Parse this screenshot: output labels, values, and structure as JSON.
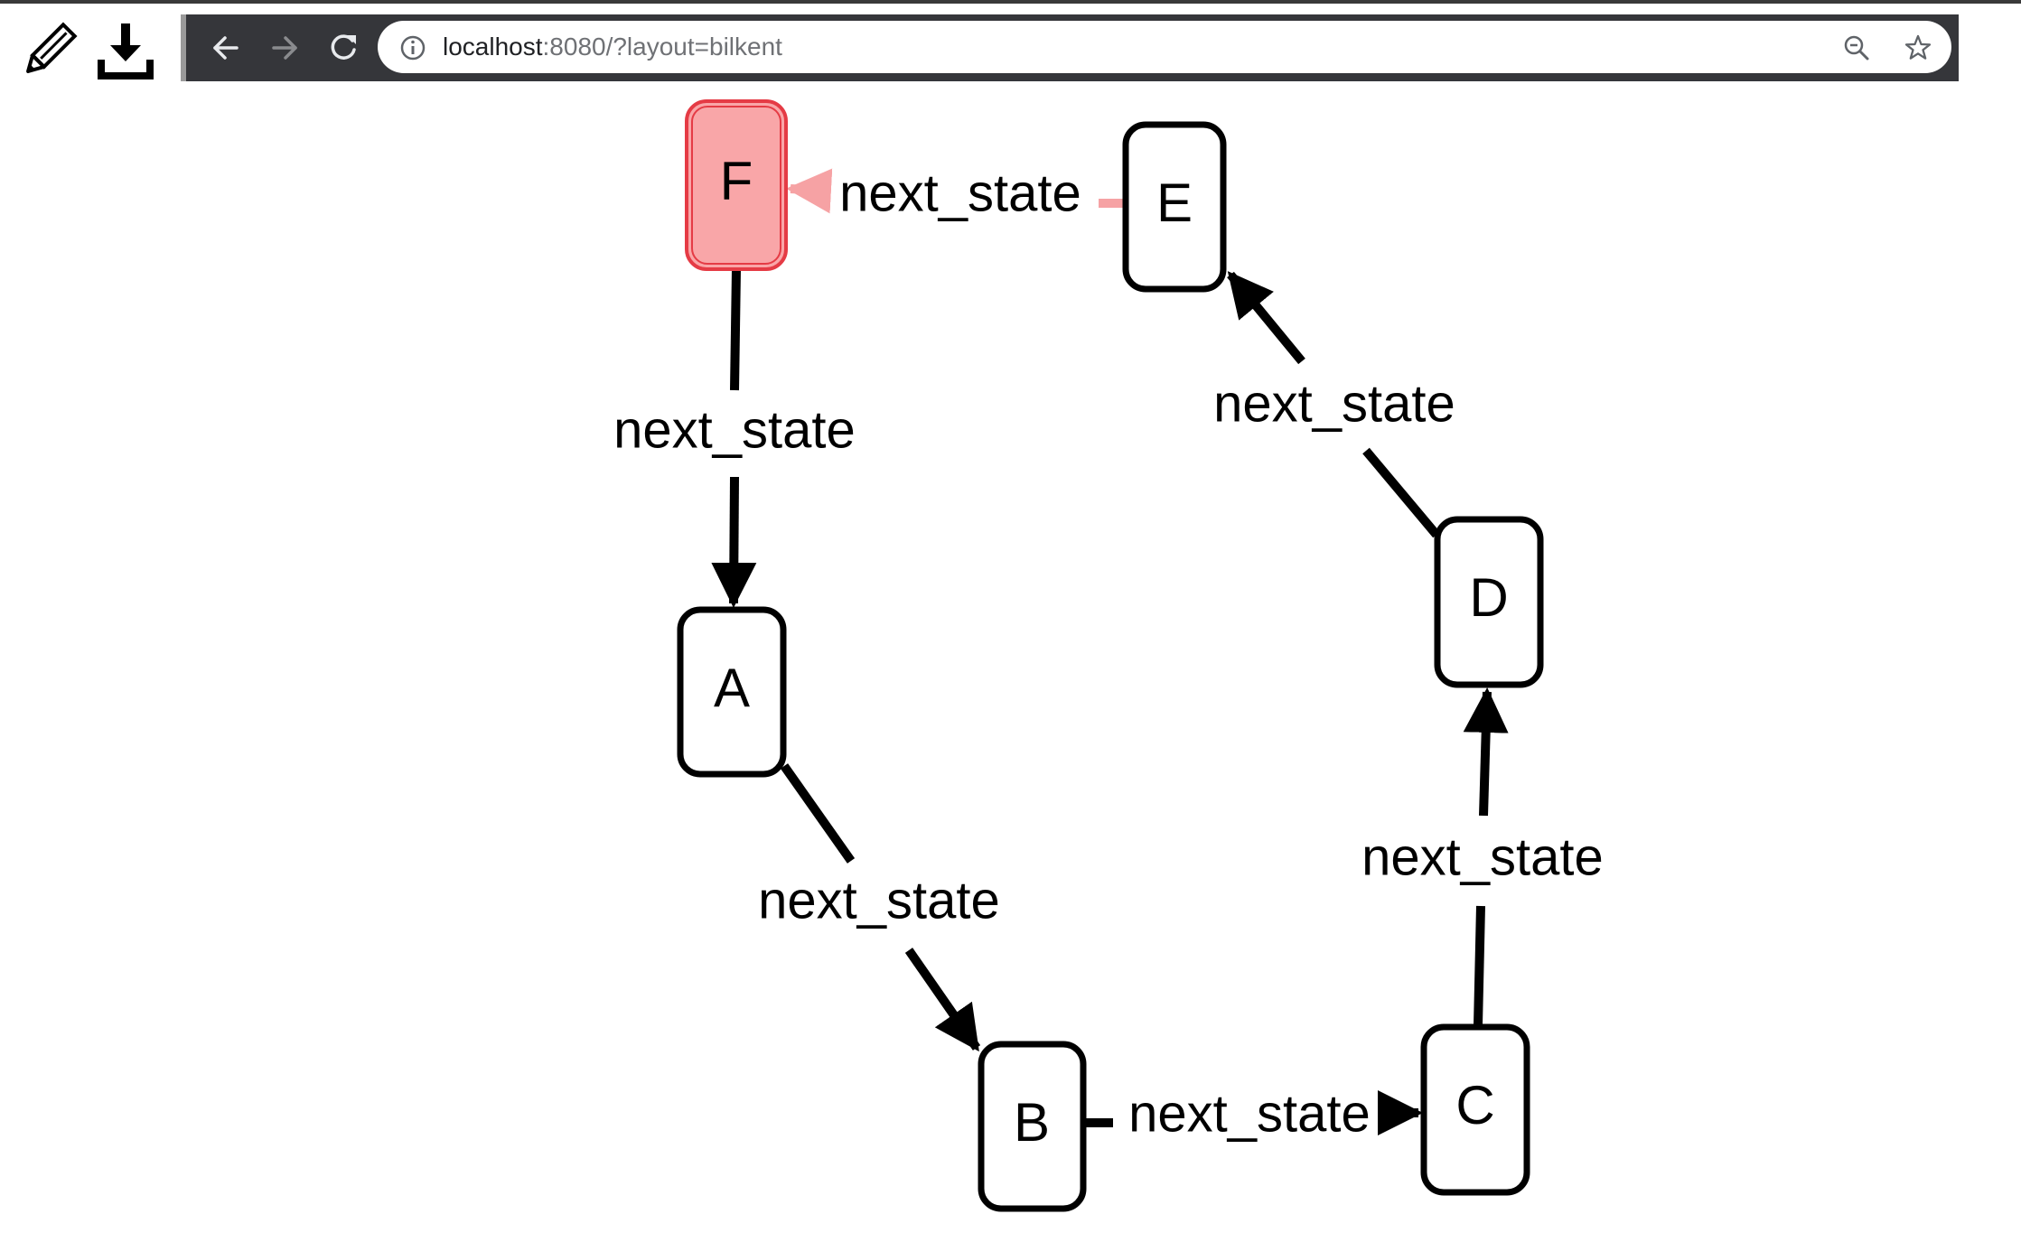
{
  "toolbar": {
    "edit_icon": "pencil-icon",
    "download_icon": "download-icon"
  },
  "browser": {
    "url_host": "localhost",
    "url_rest": ":8080/?layout=bilkent",
    "icons": [
      "back-arrow-icon",
      "forward-arrow-icon",
      "reload-icon",
      "info-icon",
      "zoom-out-icon",
      "star-icon"
    ]
  },
  "colors": {
    "selected_fill": "#f9a6a8",
    "selected_border": "#e53b45",
    "selected_edge": "#f6a2a4",
    "browser_bar": "#35363a"
  },
  "graph": {
    "nodes": {
      "A": {
        "label": "A"
      },
      "B": {
        "label": "B"
      },
      "C": {
        "label": "C"
      },
      "D": {
        "label": "D"
      },
      "E": {
        "label": "E"
      },
      "F": {
        "label": "F",
        "selected": true
      }
    },
    "edges": [
      {
        "from": "F",
        "to": "A",
        "label": "next_state"
      },
      {
        "from": "A",
        "to": "B",
        "label": "next_state"
      },
      {
        "from": "B",
        "to": "C",
        "label": "next_state"
      },
      {
        "from": "C",
        "to": "D",
        "label": "next_state"
      },
      {
        "from": "D",
        "to": "E",
        "label": "next_state"
      },
      {
        "from": "E",
        "to": "F",
        "label": "next_state",
        "selected": true
      }
    ]
  }
}
